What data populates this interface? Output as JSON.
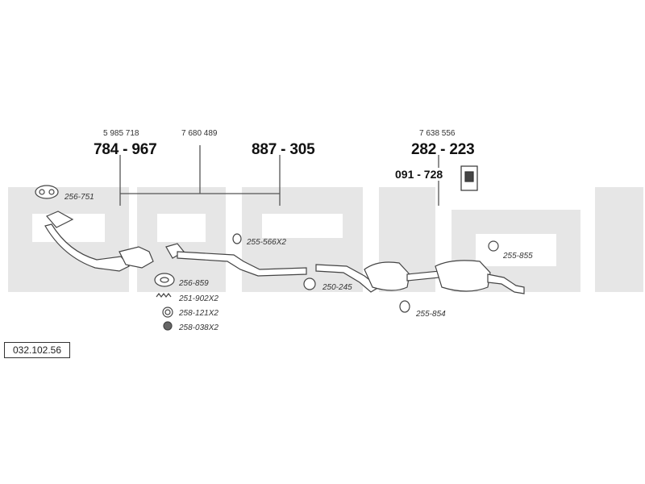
{
  "diagram": {
    "ref_number": "032.102.56",
    "groups": [
      {
        "small": "5 985 718",
        "big": "784 - 967"
      },
      {
        "small": "7 680 489",
        "big": ""
      },
      {
        "small": "",
        "big": "887 - 305"
      },
      {
        "small": "7 638 556",
        "big": "282 - 223"
      }
    ],
    "mount_part": "091 - 728",
    "parts": {
      "p256_751": "256-751",
      "p255_566": "255-566X2",
      "p256_859": "256-859",
      "p251_902": "251-902X2",
      "p258_121": "258-121X2",
      "p258_038": "258-038X2",
      "p250_245": "250-245",
      "p255_855": "255-855",
      "p255_854": "255-854"
    },
    "watermark_color": "#e6e6e6",
    "line_color": "#555555"
  }
}
